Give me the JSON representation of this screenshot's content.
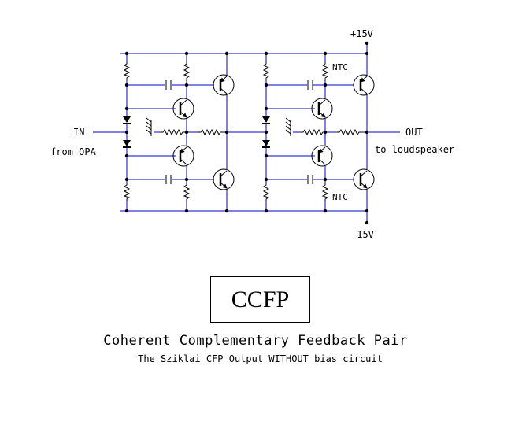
{
  "schematic": {
    "supply_positive": "+15V",
    "supply_negative": "-15V",
    "input_label": "IN",
    "input_source": "from OPA",
    "output_label": "OUT",
    "output_destination": "to loudspeaker",
    "ntc_label_top": "NTC",
    "ntc_label_bottom": "NTC"
  },
  "title_box": "CCFP",
  "main_title": "Coherent Complementary Feedback Pair",
  "sub_title": "The Sziklai CFP Output WITHOUT bias circuit",
  "colors": {
    "wire": "#0000cc",
    "component": "#000000",
    "background": "#ffffff"
  }
}
